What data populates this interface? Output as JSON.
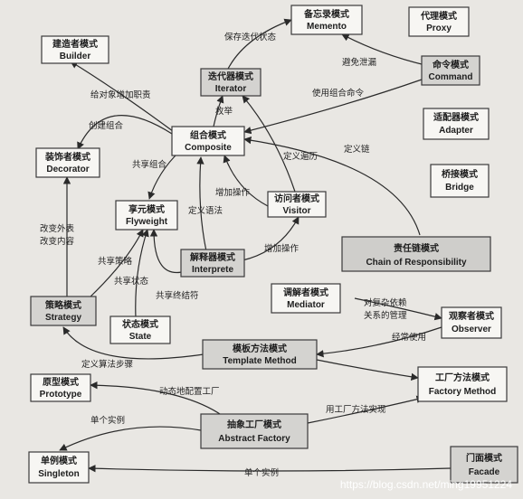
{
  "nodes": {
    "memento": {
      "cn": "备忘录模式",
      "en": "Memento"
    },
    "proxy": {
      "cn": "代理模式",
      "en": "Proxy"
    },
    "builder": {
      "cn": "建造者模式",
      "en": "Builder"
    },
    "iterator": {
      "cn": "迭代器模式",
      "en": "Iterator"
    },
    "command": {
      "cn": "命令模式",
      "en": "Command"
    },
    "adapter": {
      "cn": "适配器模式",
      "en": "Adapter"
    },
    "composite": {
      "cn": "组合模式",
      "en": "Composite"
    },
    "decorator": {
      "cn": "装饰者模式",
      "en": "Decorator"
    },
    "bridge": {
      "cn": "桥接模式",
      "en": "Bridge"
    },
    "flyweight": {
      "cn": "享元模式",
      "en": "Flyweight"
    },
    "visitor": {
      "cn": "访问者模式",
      "en": "Visitor"
    },
    "chain": {
      "cn": "责任链模式",
      "en": "Chain of Responsibility"
    },
    "interpreter": {
      "cn": "解释器模式",
      "en": "Interprete"
    },
    "mediator": {
      "cn": "调解者模式",
      "en": "Mediator"
    },
    "strategy": {
      "cn": "策略模式",
      "en": "Strategy"
    },
    "observer": {
      "cn": "观察者模式",
      "en": "Observer"
    },
    "state": {
      "cn": "状态模式",
      "en": "State"
    },
    "template": {
      "cn": "模板方法模式",
      "en": "Template Method"
    },
    "prototype": {
      "cn": "原型模式",
      "en": "Prototype"
    },
    "factory_method": {
      "cn": "工厂方法模式",
      "en": "Factory Method"
    },
    "abstract_factory": {
      "cn": "抽象工厂模式",
      "en": "Abstract Factory"
    },
    "singleton": {
      "cn": "单例模式",
      "en": "Singleton"
    },
    "facade": {
      "cn": "门面模式",
      "en": "Facade"
    }
  },
  "edges": {
    "save_iteration_state": "保存迭代状态",
    "avoid_leak": "避免泄漏",
    "add_responsibility": "给对象增加职责",
    "create_composite": "创建组合",
    "use_composite_command": "使用组合命令",
    "enumerate": "枚举",
    "share_composite": "共享组合",
    "define_chain": "定义链",
    "define_traversal": "定义遍历",
    "add_operation_1": "增加操作",
    "define_grammar": "定义语法",
    "add_operation_2": "增加操作",
    "change_skin": "改变外表",
    "change_content": "改变内容",
    "share_strategy": "共享策略",
    "share_state": "共享状态",
    "share_terminal": "共享终结符",
    "complex_dependency_1": "对复杂依赖",
    "complex_dependency_2": "关系的管理",
    "often_use": "经常使用",
    "define_algorithm_steps": "定义算法步骤",
    "dynamic_factory": "动态地配置工厂",
    "single_instance_1": "单个实例",
    "use_factory_method": "用工厂方法实现",
    "single_instance_2": "单个实例"
  },
  "watermark": "https://blog.csdn.net/ming19951224"
}
